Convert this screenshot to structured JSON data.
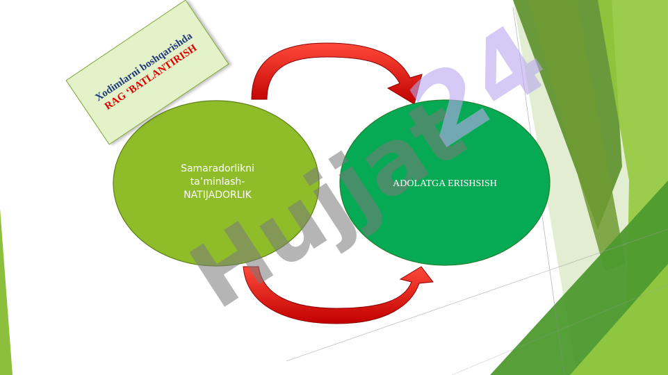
{
  "slide": {
    "title_line1": "Xodimlarni boshqarishda",
    "title_line2": "RAG ‘BATLANTIRISH",
    "left_circle_text": "Samaradorlikni ta’minlash- NATIJADORLIK",
    "right_circle_text": "ADOLATGA ERISHSISH",
    "watermark_text": "Hujjat",
    "watermark_number": "24"
  },
  "colors": {
    "left_circle": "#8fbd2a",
    "right_circle": "#00a84f",
    "arrow": "#e01010",
    "title_box": "#e3f2c9",
    "watermark_gray": "#b0b0b0",
    "watermark_purple": "#cfc3f5"
  }
}
